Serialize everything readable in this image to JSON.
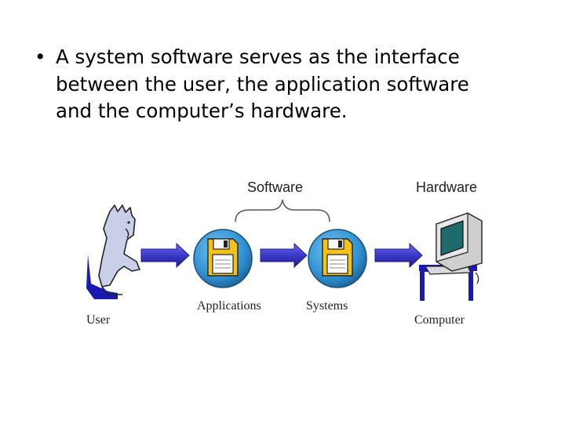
{
  "bullet": {
    "marker": "•",
    "lines": [
      "A system software serves as the interface",
      "between the user, the application software",
      "and the computer’s hardware."
    ]
  },
  "diagram": {
    "software_label": "Software",
    "hardware_label": "Hardware",
    "user_label": "User",
    "applications_label": "Applications",
    "systems_label": "Systems",
    "computer_label": "Computer"
  },
  "colors": {
    "arrow": "#3a3ac8",
    "disk_circle": "#2e8fd0",
    "disk_body": "#f2c21a",
    "monitor_screen": "#1f6b6b",
    "desk": "#1a1ab0"
  },
  "icons": [
    "user-figure-icon",
    "floppy-disk-icon",
    "computer-icon",
    "arrow-right-icon",
    "brace-icon"
  ]
}
